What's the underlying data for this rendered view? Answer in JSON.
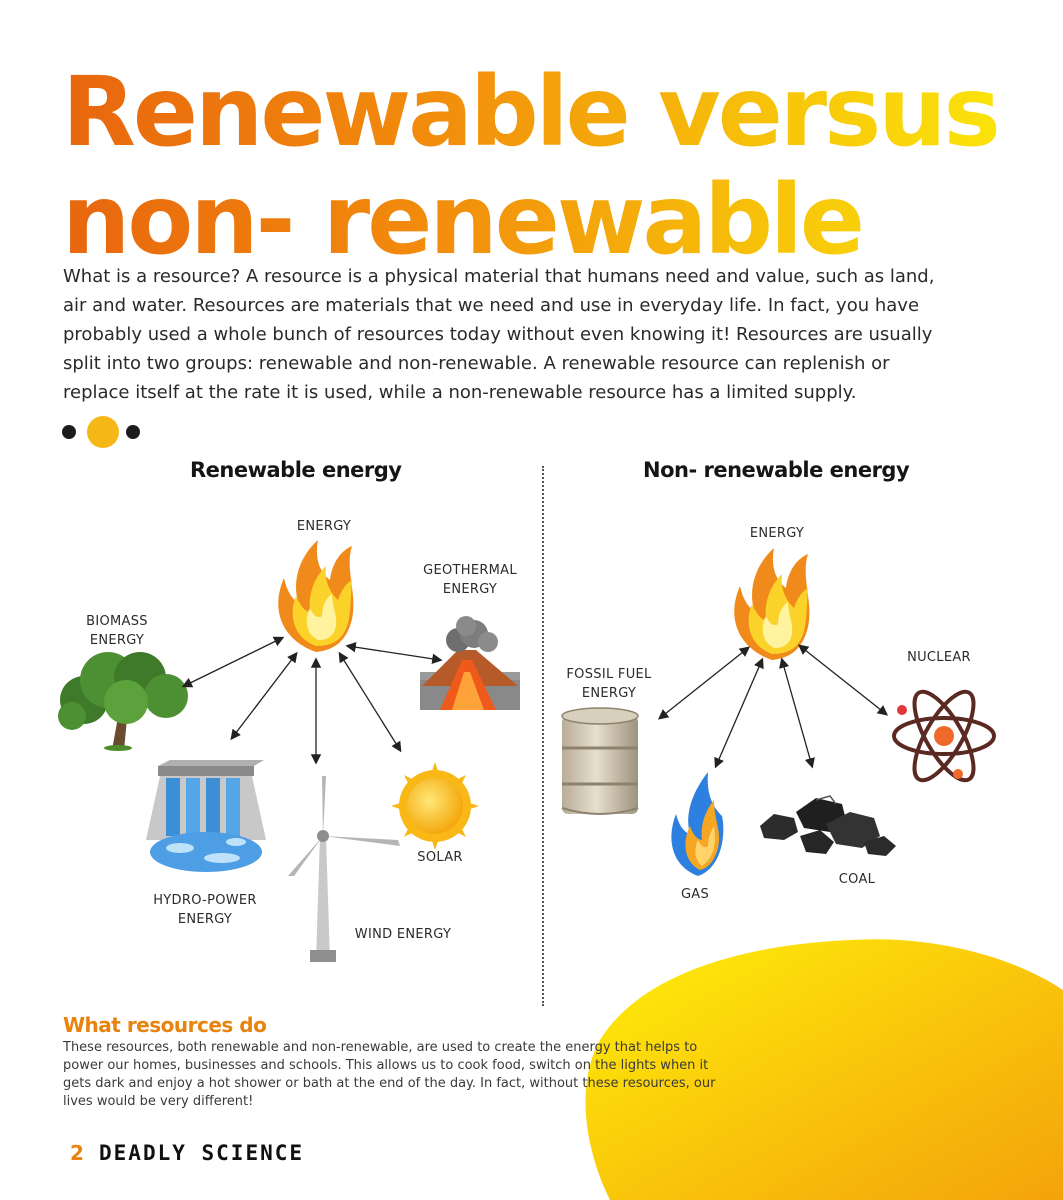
{
  "header": {
    "title_line1": "Renewable versus",
    "title_line2": "non- renewable"
  },
  "intro": "What is a resource? A resource is a physical material that humans need and value, such as land, air and water. Resources are materials that we need and use in everyday life. In fact, you have probably used a whole bunch of resources today without even knowing it! Resources are usually split into two groups: renewable and non-renewable. A renewable resource can replenish or replace itself at the rate it is used, while a non-renewable resource has a limited supply.",
  "renewable": {
    "heading": "Renewable energy",
    "center": "ENERGY",
    "biomass": "BIOMASS\nENERGY",
    "geothermal": "GEOTHERMAL\nENERGY",
    "hydro": "HYDRO-POWER\nENERGY",
    "wind": "WIND ENERGY",
    "solar": "SOLAR"
  },
  "nonrenewable": {
    "heading": "Non- renewable energy",
    "center": "ENERGY",
    "fossil": "FOSSIL FUEL\nENERGY",
    "nuclear": "NUCLEAR",
    "gas": "GAS",
    "coal": "COAL"
  },
  "resources": {
    "heading": "What resources do",
    "text": "These resources, both renewable and non-renewable, are used to create the energy that helps to power our homes, businesses and schools. This allows us to cook food, switch on the lights when it gets dark and enjoy a hot shower or bath at the end of the day. In fact, without these resources, our lives would be very different!"
  },
  "footer": {
    "page_number": "2",
    "brand": "DEADLY SCIENCE"
  },
  "colors": {
    "title_start": "#e8660e",
    "title_end": "#fbe30a",
    "accent_orange": "#e8830e",
    "dot_yellow": "#f6b817"
  }
}
